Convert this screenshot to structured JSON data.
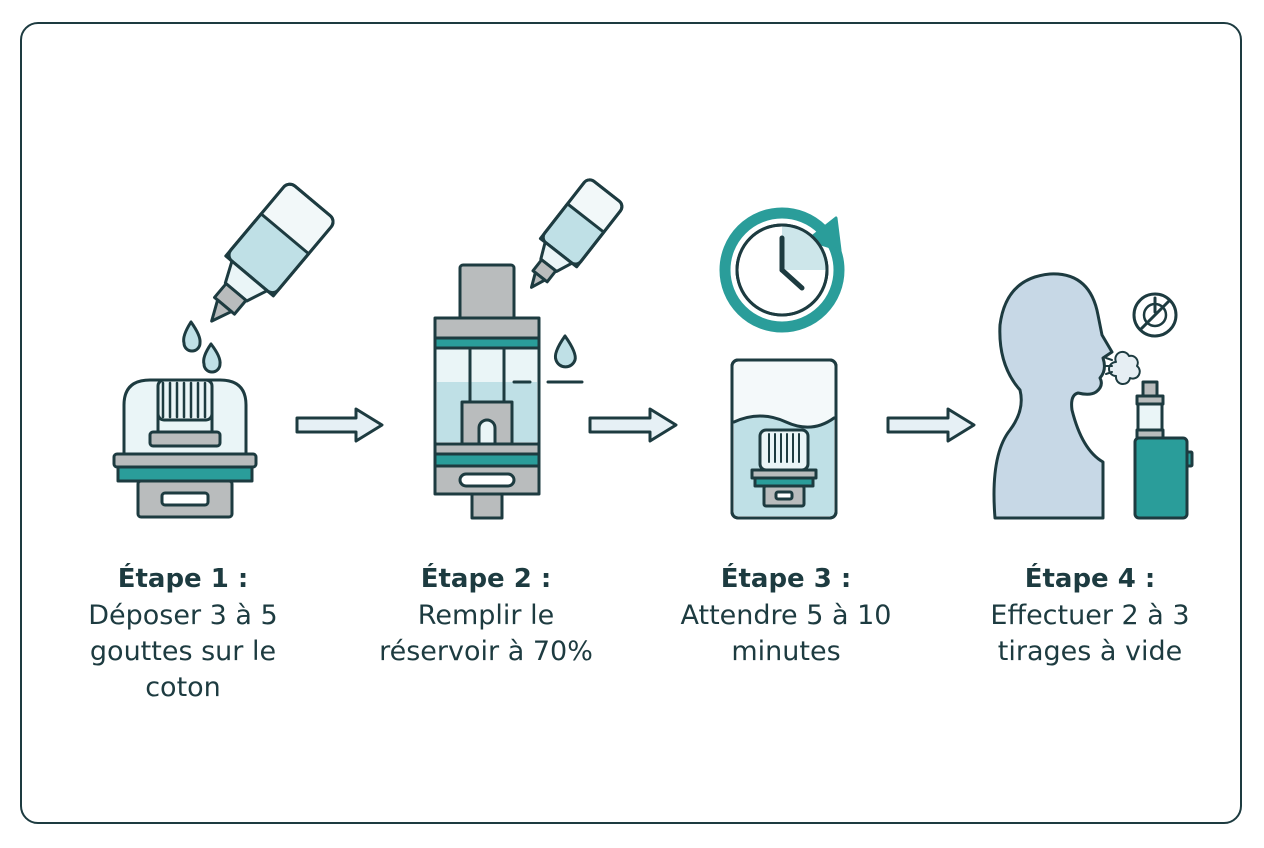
{
  "steps": [
    {
      "title": "Étape 1 :",
      "text": "Déposer 3 à 5 gouttes sur le coton"
    },
    {
      "title": "Étape 2 :",
      "text": "Remplir le réservoir à 70%"
    },
    {
      "title": "Étape 3 :",
      "text": "Attendre 5 à 10 minutes"
    },
    {
      "title": "Étape 4 :",
      "text": "Effectuer 2 à 3 tirages à vide"
    }
  ],
  "colors": {
    "outline": "#1d3b40",
    "teal": "#2a9d9a",
    "liquid": "#bfe0e6",
    "glass": "#eaf5f7",
    "metal": "#b9bcbd",
    "silhouette": "#c7d8e6"
  }
}
